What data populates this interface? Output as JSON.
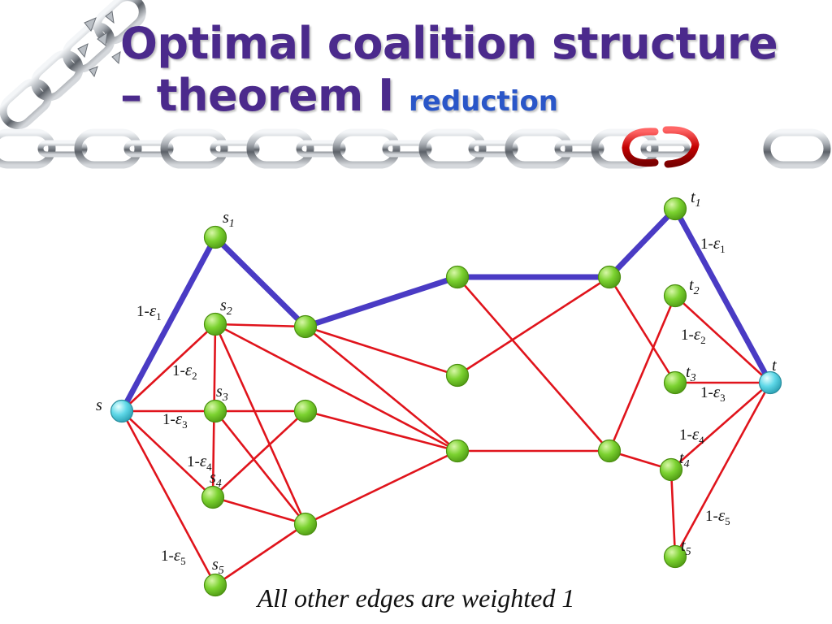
{
  "slide": {
    "title_line1": "Optimal coalition structure",
    "title_line2": "– theorem I",
    "title_suffix": "reduction",
    "caption": "All other edges are weighted 1",
    "colors": {
      "title": "#4b2a8c",
      "suffix": "#2a56c8",
      "red_edge": "#e0141c",
      "blue_edge": "#4a3bc4",
      "node_green": "#7bd230",
      "node_cyan": "#5fd8e8",
      "chain_silver": "#8a8f96",
      "broken_link": "#cc1111"
    }
  },
  "diagram": {
    "nodes": [
      {
        "id": "s",
        "label": "s",
        "kind": "terminal"
      },
      {
        "id": "s1",
        "label": "s",
        "sub": "1"
      },
      {
        "id": "s2",
        "label": "s",
        "sub": "2"
      },
      {
        "id": "s3",
        "label": "s",
        "sub": "3"
      },
      {
        "id": "s4",
        "label": "s",
        "sub": "4"
      },
      {
        "id": "s5",
        "label": "s",
        "sub": "5"
      },
      {
        "id": "a1",
        "label": ""
      },
      {
        "id": "a2",
        "label": ""
      },
      {
        "id": "a3",
        "label": ""
      },
      {
        "id": "b1",
        "label": ""
      },
      {
        "id": "b2",
        "label": ""
      },
      {
        "id": "b3",
        "label": ""
      },
      {
        "id": "c1",
        "label": ""
      },
      {
        "id": "c2",
        "label": ""
      },
      {
        "id": "t1",
        "label": "t",
        "sub": "1"
      },
      {
        "id": "t2",
        "label": "t",
        "sub": "2"
      },
      {
        "id": "t3",
        "label": "t",
        "sub": "3"
      },
      {
        "id": "t4",
        "label": "t",
        "sub": "4"
      },
      {
        "id": "t5",
        "label": "t",
        "sub": "5"
      },
      {
        "id": "t",
        "label": "t",
        "kind": "terminal"
      }
    ],
    "edges": [
      {
        "from": "s",
        "to": "s1",
        "color": "blue"
      },
      {
        "from": "s1",
        "to": "a1",
        "color": "blue"
      },
      {
        "from": "a1",
        "to": "b1",
        "color": "blue"
      },
      {
        "from": "b1",
        "to": "c1",
        "color": "blue"
      },
      {
        "from": "c1",
        "to": "t1",
        "color": "blue"
      },
      {
        "from": "t1",
        "to": "t",
        "color": "blue"
      },
      {
        "from": "s",
        "to": "s2",
        "color": "red"
      },
      {
        "from": "s",
        "to": "s3",
        "color": "red"
      },
      {
        "from": "s",
        "to": "s4",
        "color": "red"
      },
      {
        "from": "s",
        "to": "s5",
        "color": "red"
      },
      {
        "from": "s2",
        "to": "a1",
        "color": "red"
      },
      {
        "from": "s2",
        "to": "a3",
        "color": "red"
      },
      {
        "from": "s2",
        "to": "s4",
        "color": "red"
      },
      {
        "from": "s2",
        "to": "b3",
        "color": "red"
      },
      {
        "from": "s3",
        "to": "a2",
        "color": "red"
      },
      {
        "from": "s3",
        "to": "a3",
        "color": "red"
      },
      {
        "from": "s4",
        "to": "a2",
        "color": "red"
      },
      {
        "from": "s4",
        "to": "a3",
        "color": "red"
      },
      {
        "from": "s5",
        "to": "a3",
        "color": "red"
      },
      {
        "from": "a1",
        "to": "b2",
        "color": "red"
      },
      {
        "from": "a1",
        "to": "b3",
        "color": "red"
      },
      {
        "from": "a2",
        "to": "b3",
        "color": "red"
      },
      {
        "from": "a3",
        "to": "b3",
        "color": "red"
      },
      {
        "from": "b2",
        "to": "c1",
        "color": "red"
      },
      {
        "from": "b1",
        "to": "c2",
        "color": "red"
      },
      {
        "from": "b3",
        "to": "c2",
        "color": "red"
      },
      {
        "from": "c1",
        "to": "t3",
        "color": "red"
      },
      {
        "from": "c2",
        "to": "t2",
        "color": "red"
      },
      {
        "from": "c2",
        "to": "t4",
        "color": "red"
      },
      {
        "from": "t2",
        "to": "t",
        "color": "red"
      },
      {
        "from": "t3",
        "to": "t",
        "color": "red"
      },
      {
        "from": "t4",
        "to": "t",
        "color": "red"
      },
      {
        "from": "t4",
        "to": "t5",
        "color": "red"
      },
      {
        "from": "t5",
        "to": "t",
        "color": "red"
      }
    ],
    "weights": [
      {
        "text": "1-",
        "eps": "ε",
        "sub": "1",
        "side": "source"
      },
      {
        "text": "1-",
        "eps": "ε",
        "sub": "2",
        "side": "source"
      },
      {
        "text": "1-",
        "eps": "ε",
        "sub": "3",
        "side": "source"
      },
      {
        "text": "1-",
        "eps": "ε",
        "sub": "4",
        "side": "source"
      },
      {
        "text": "1-",
        "eps": "ε",
        "sub": "5",
        "side": "source"
      },
      {
        "text": "1-",
        "eps": "ε",
        "sub": "1",
        "side": "sink"
      },
      {
        "text": "1-",
        "eps": "ε",
        "sub": "2",
        "side": "sink"
      },
      {
        "text": "1-",
        "eps": "ε",
        "sub": "3",
        "side": "sink"
      },
      {
        "text": "1-",
        "eps": "ε",
        "sub": "4",
        "side": "sink"
      },
      {
        "text": "1-",
        "eps": "ε",
        "sub": "5",
        "side": "sink"
      }
    ]
  }
}
